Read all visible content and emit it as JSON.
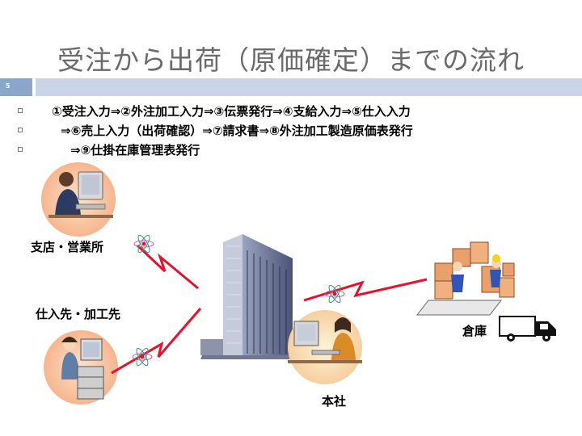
{
  "slide": {
    "title": "受注から出荷（原価確定）までの流れ",
    "page_number": "5"
  },
  "steps": [
    "①受注入力⇒②外注加工入力⇒③伝票発行⇒④支給入力⇒⑤仕入入力",
    "⇒⑥売上入力（出荷確認）⇒⑦請求書⇒⑧外注加工製造原価表発行",
    "⇒⑨仕掛在庫管理表発行"
  ],
  "nodes": {
    "branch": "支店・営業所",
    "supplier": "仕入先・加工先",
    "warehouse": "倉庫",
    "head_office": "本社"
  },
  "colors": {
    "title": "#6a6a6a",
    "bar_dark": "#8aa6c9",
    "bar_light": "#c9d5e7",
    "lightning": "#e8102a"
  }
}
